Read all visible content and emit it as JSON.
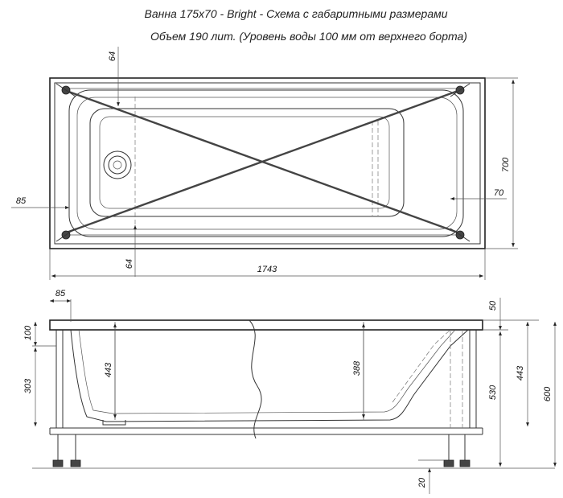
{
  "title": {
    "line1": "Ванна 175x70 - Bright - Схема с габаритными размерами",
    "line2": "Объем 190 лит. (Уровень воды 100 мм от верхнего борта)"
  },
  "top_view": {
    "dim_64_top": "64",
    "dim_85": "85",
    "dim_64_bottom": "64",
    "dim_700": "700",
    "dim_70": "70",
    "dim_1743": "1743"
  },
  "side_view": {
    "dim_85": "85",
    "dim_100": "100",
    "dim_303": "303",
    "dim_443_left": "443",
    "dim_388": "388",
    "dim_50": "50",
    "dim_530": "530",
    "dim_443_right": "443",
    "dim_600": "600",
    "dim_20": "20"
  }
}
